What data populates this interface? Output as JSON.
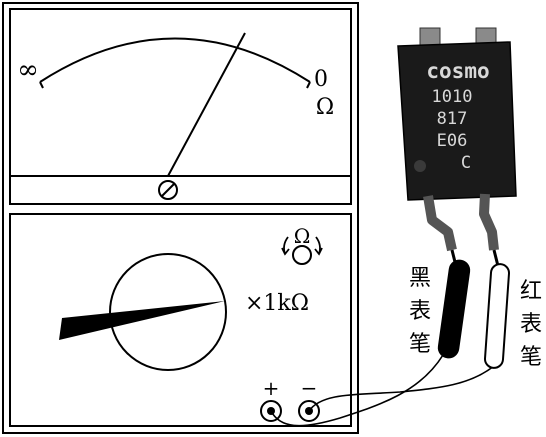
{
  "meter": {
    "scale_left": "∞",
    "scale_right": "0",
    "scale_unit": "Ω",
    "zero_adjust_symbol": "⊘",
    "ohm_knob_symbol": "Ω",
    "range_label": "×1kΩ",
    "terminal_plus": "+",
    "terminal_minus": "−"
  },
  "chip": {
    "brand": "cosmo",
    "line1": "1010",
    "line2": "817",
    "line3": "E06",
    "line4": "C"
  },
  "probes": {
    "black_label": [
      "黑",
      "表",
      "笔"
    ],
    "red_label": [
      "红",
      "表",
      "笔"
    ]
  },
  "colors": {
    "ink": "#000000",
    "chip_body": "#1a1a1a",
    "chip_text": "#d8d8d8",
    "lead_metal": "#9a9a9a"
  }
}
